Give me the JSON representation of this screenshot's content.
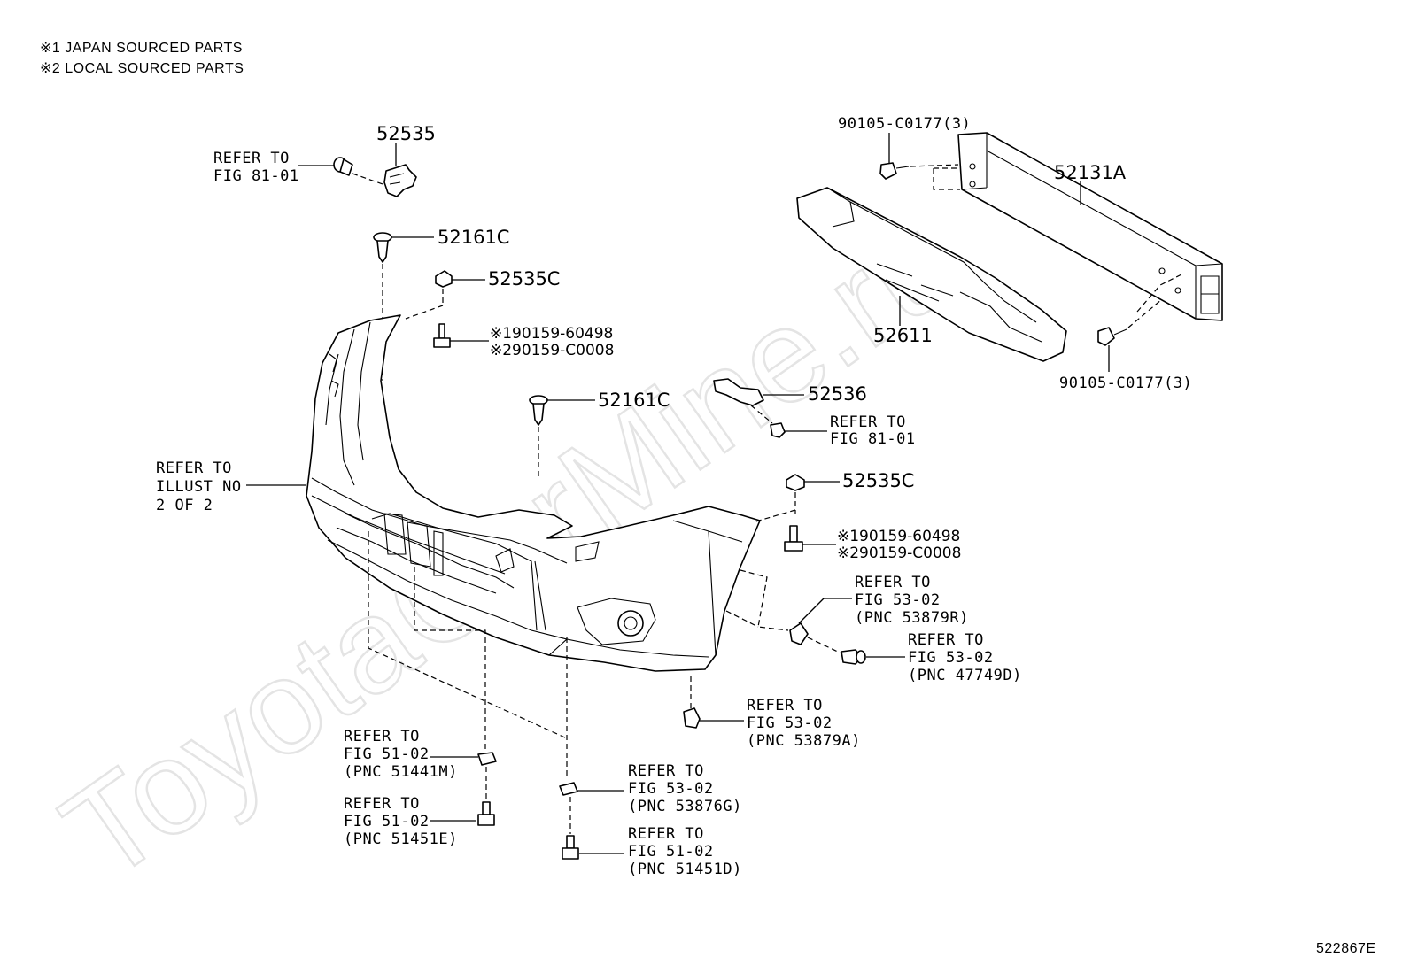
{
  "notes": {
    "note1": "※1 JAPAN SOURCED PARTS",
    "note2": "※2 LOCAL SOURCED PARTS"
  },
  "watermark": "ToyotaCarMine.ru",
  "figure_id": "522867E",
  "labels": {
    "p52535": "52535",
    "refer_fig8101_a_line1": "REFER TO",
    "refer_fig8101_a_line2": "FIG 81-01",
    "p52161c_a": "52161C",
    "p52535c_a": "52535C",
    "p90159_a_1": "※190159-60498",
    "p90159_a_2": "※290159-C0008",
    "p52161c_b": "52161C",
    "p52536": "52536",
    "refer_fig8101_b_line1": "REFER TO",
    "refer_fig8101_b_line2": "FIG 81-01",
    "p90105_top": "90105-C0177(3)",
    "p52131a": "52131A",
    "p52611": "52611",
    "p90105_bottom": "90105-C0177(3)",
    "refer_illust_line1": "REFER TO",
    "refer_illust_line2": "ILLUST NO",
    "refer_illust_line3": "2 OF 2",
    "p52535c_b": "52535C",
    "p90159_b_1": "※190159-60498",
    "p90159_b_2": "※290159-C0008",
    "ref_53879r_1": "REFER TO",
    "ref_53879r_2": "FIG 53-02",
    "ref_53879r_3": "(PNC 53879R)",
    "ref_47749d_1": "REFER TO",
    "ref_47749d_2": "FIG 53-02",
    "ref_47749d_3": "(PNC 47749D)",
    "ref_53879a_1": "REFER TO",
    "ref_53879a_2": "FIG 53-02",
    "ref_53879a_3": "(PNC 53879A)",
    "ref_51441m_1": "REFER TO",
    "ref_51441m_2": "FIG 51-02",
    "ref_51441m_3": "(PNC 51441M)",
    "ref_51451e_1": "REFER TO",
    "ref_51451e_2": "FIG 51-02",
    "ref_51451e_3": "(PNC 51451E)",
    "ref_53876g_1": "REFER TO",
    "ref_53876g_2": "FIG 53-02",
    "ref_53876g_3": "(PNC 53876G)",
    "ref_51451d_1": "REFER TO",
    "ref_51451d_2": "FIG 51-02",
    "ref_51451d_3": "(PNC 51451D)"
  }
}
